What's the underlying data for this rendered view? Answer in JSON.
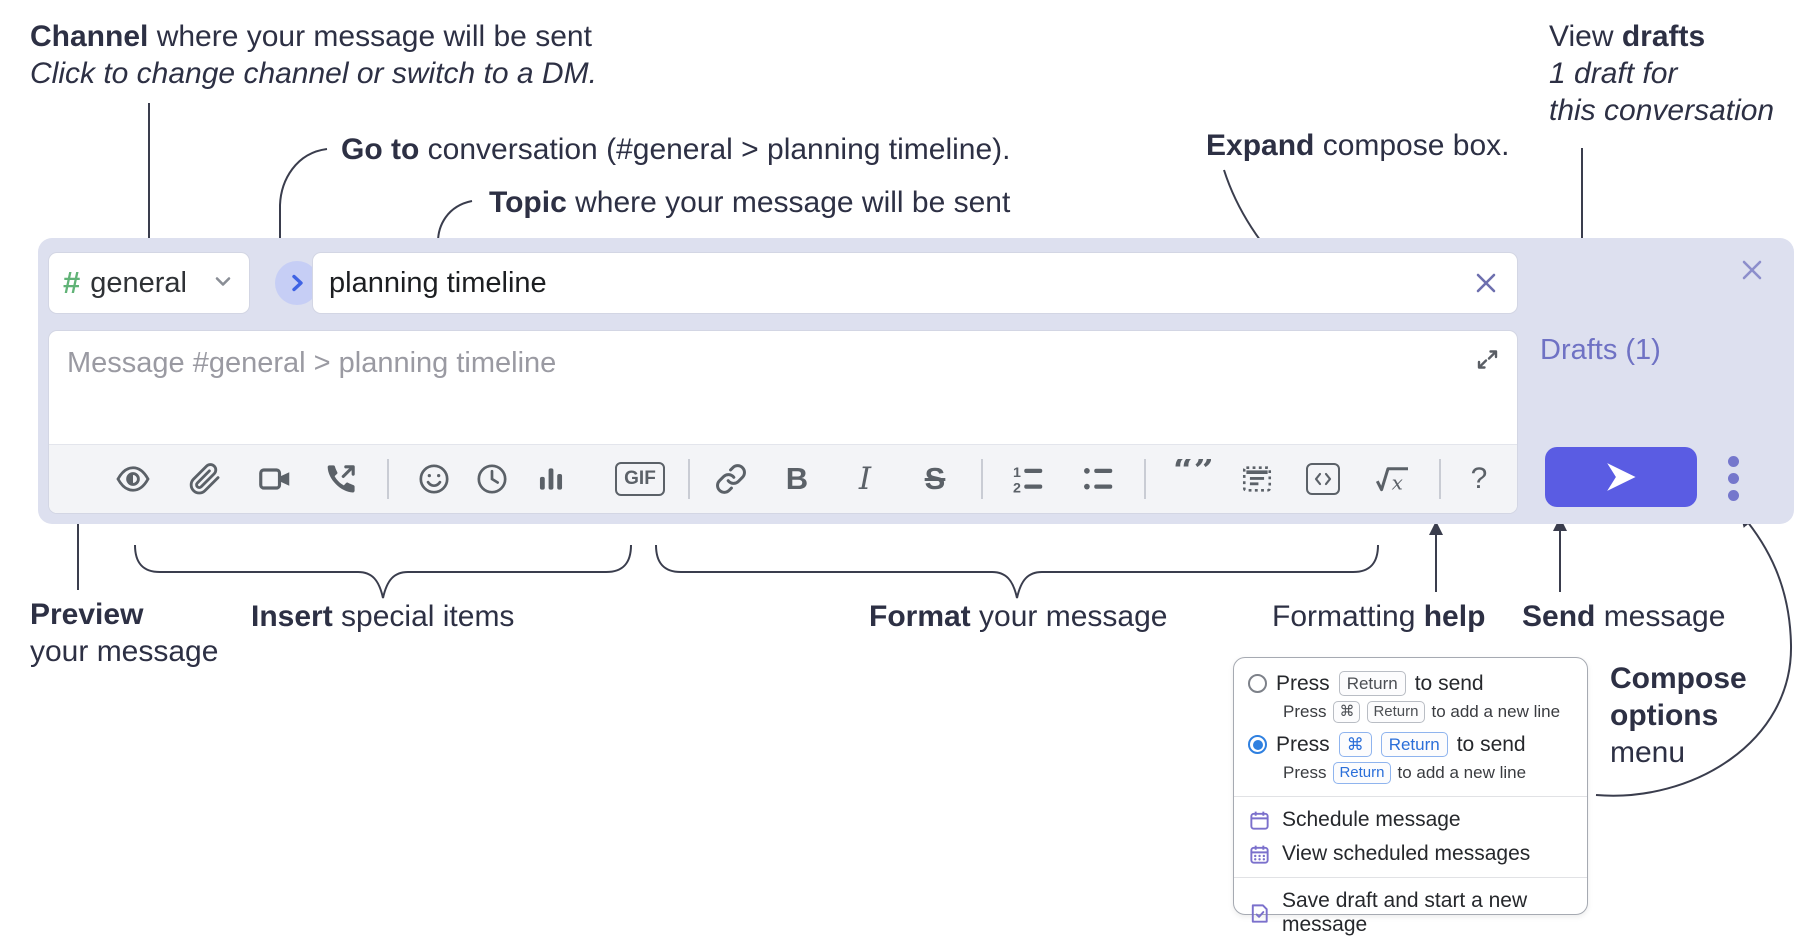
{
  "annotations": {
    "channel": {
      "bold": "Channel",
      "rest": " where your message will be sent",
      "line2": "Click to change channel or switch to a DM."
    },
    "goto": {
      "bold": "Go to",
      "rest": " conversation (#general > planning timeline)."
    },
    "topic": {
      "bold": "Topic",
      "rest": " where your message will be sent"
    },
    "expand": {
      "bold": "Expand",
      "rest": " compose box."
    },
    "view_drafts": {
      "line1_pre": "View ",
      "line1_bold": "drafts",
      "line2": "1 draft for",
      "line3": "this conversation"
    },
    "preview": {
      "bold": "Preview",
      "line2": "your message"
    },
    "insert": {
      "bold": "Insert",
      "rest": " special items"
    },
    "format": {
      "bold": "Format",
      "rest": " your message"
    },
    "formatting_help": {
      "pre": "Formatting ",
      "bold": "help"
    },
    "send": {
      "bold": "Send",
      "rest": " message"
    },
    "compose_options": {
      "line1": "Compose",
      "line2": "options",
      "line3": "menu"
    }
  },
  "compose": {
    "channel_hash": "#",
    "channel_name": "general",
    "topic_value": "planning timeline",
    "message_placeholder": "Message #general > planning timeline",
    "drafts_link": "Drafts (1)",
    "toolbar": {
      "gif": "GIF",
      "bold": "B",
      "italic": "I",
      "strike": "S",
      "help": "?",
      "quote": "“”",
      "ol_1": "1",
      "ol_2": "2"
    }
  },
  "popup": {
    "option_return": {
      "press": "Press",
      "kbd_return": "Return",
      "to_send": "to send",
      "sub_press": "Press",
      "sub_kbd_cmd": "⌘",
      "sub_kbd_return": "Return",
      "sub_rest": "to add a new line"
    },
    "option_cmd_return": {
      "press": "Press",
      "kbd_cmd": "⌘",
      "kbd_return": "Return",
      "to_send": "to send",
      "sub_press": "Press",
      "sub_kbd_return": "Return",
      "sub_rest": "to add a new line"
    },
    "schedule": "Schedule message",
    "view_scheduled": "View scheduled messages",
    "save_draft": "Save draft and start a new message"
  },
  "colors": {
    "compose_background": "#dde0ef",
    "send_button": "#5a5ce3",
    "drafts_link": "#6f72c4",
    "channel_hash_green": "#61b377",
    "conversation_chevron_blue": "#3f63e4",
    "selected_radio_blue": "#2f80e0",
    "kbd_blue": "#2b6fd9",
    "menu_icon_purple": "#7b70cc",
    "annotation_ink": "#2d3044"
  }
}
